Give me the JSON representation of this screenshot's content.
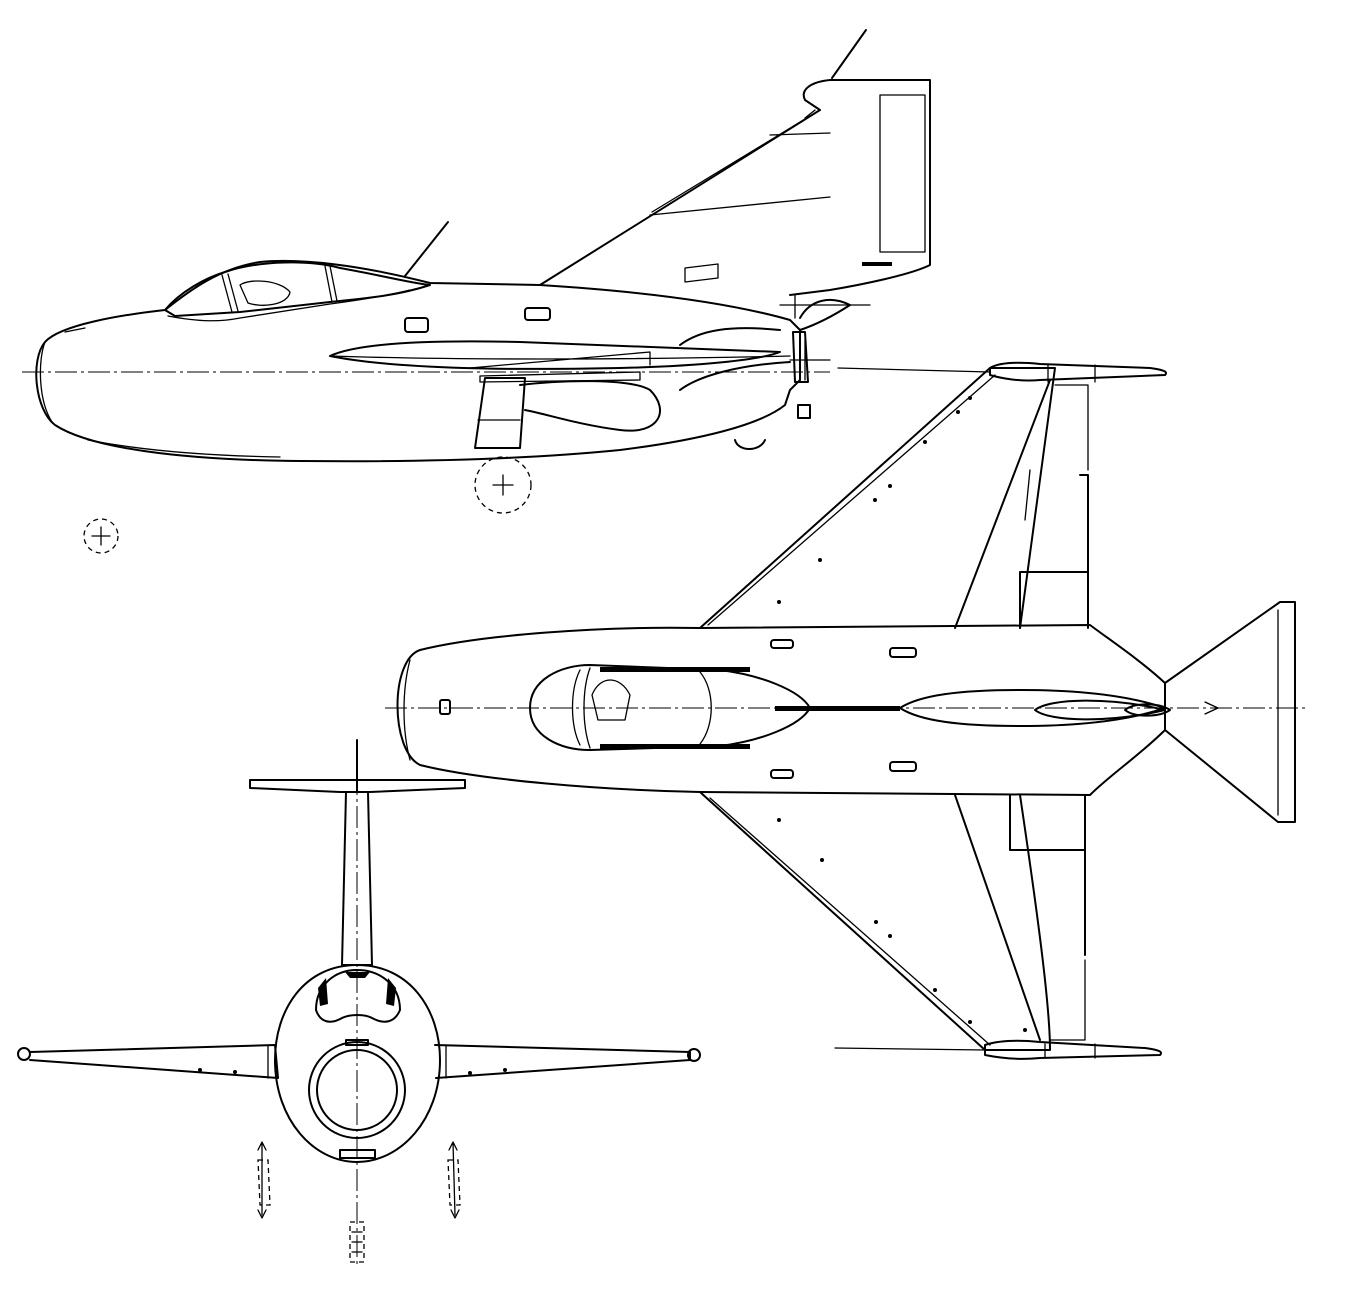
{
  "drawing": {
    "type": "three-view aircraft drawing",
    "views": [
      "side-view",
      "plan-view",
      "front-view"
    ],
    "line_color": "#000000",
    "background_color": "#ffffff"
  }
}
